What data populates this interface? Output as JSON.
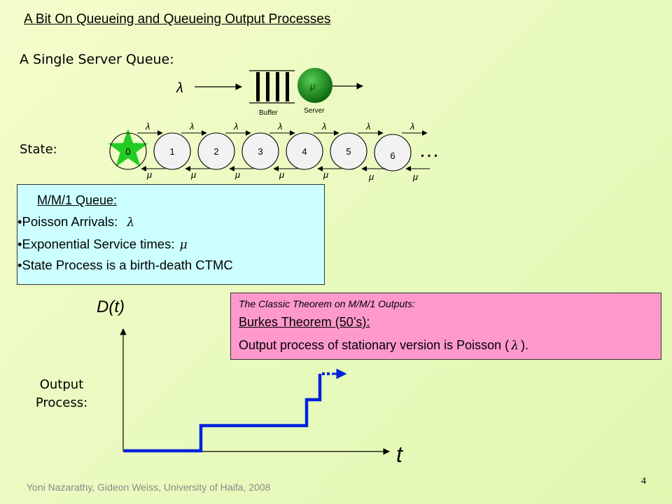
{
  "slide": {
    "title": "A Bit On Queueing and Queueing Output Processes",
    "single_server_label": "A Single Server Queue:",
    "state_label": "State:",
    "output_label_line1": "Output",
    "output_label_line2": "Process:",
    "footer": "Yoni Nazarathy, Gideon Weiss, University of Haifa, 2008",
    "page_number": "4"
  },
  "queue_diagram": {
    "arrival_symbol": "λ",
    "buffer_label": "Buffer",
    "server_label": "Server",
    "server_symbol": "μ"
  },
  "state_chain": {
    "states": [
      "0",
      "1",
      "2",
      "3",
      "4",
      "5",
      "6"
    ],
    "arrival_symbol": "λ",
    "service_symbol": "μ",
    "ellipsis": "…",
    "colors": {
      "star": "#22cc22",
      "circle_fill": "#f2f2f2"
    }
  },
  "mm1": {
    "title": "M/M/1 Queue:",
    "bullet": "•",
    "line1": "Poisson Arrivals:",
    "line1_symbol": "λ",
    "line2": "Exponential Service times:",
    "line2_symbol": "μ",
    "line3": "State Process is a birth-death CTMC",
    "bg_color": "#ccffff"
  },
  "theorem": {
    "subtitle": "The Classic Theorem on M/M/1 Outputs:",
    "title": "Burkes Theorem (50’s):",
    "line_prefix": "Output process of stationary version is Poisson (",
    "line_symbol": "λ",
    "line_suffix": ").",
    "bg_color": "#ff99cc"
  },
  "plot": {
    "y_label": "D(t)",
    "x_label": "t",
    "step_color": "#0022dd"
  }
}
